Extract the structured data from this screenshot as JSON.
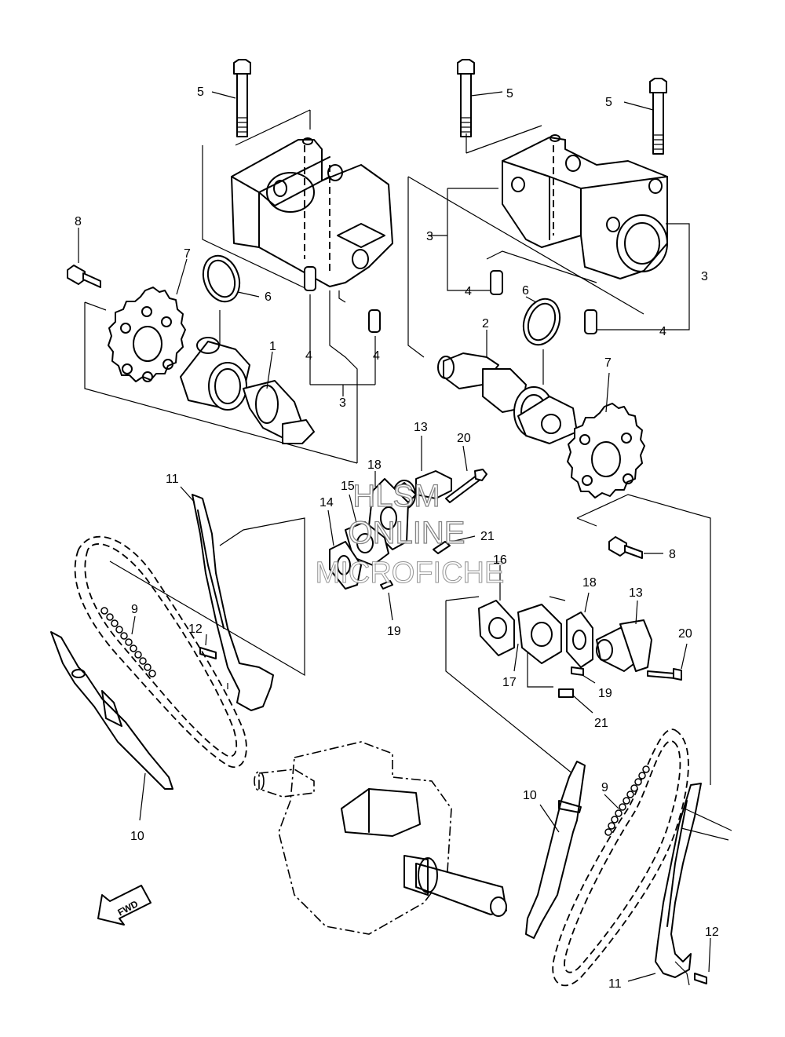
{
  "watermark": {
    "line1": "HLSM",
    "line2": "ONLINE",
    "line3": "MICROFICHE"
  },
  "fwd_label": "FWD",
  "callouts": [
    {
      "id": "c5a",
      "text": "5"
    },
    {
      "id": "c5b",
      "text": "5"
    },
    {
      "id": "c5c",
      "text": "5"
    },
    {
      "id": "c8a",
      "text": "8"
    },
    {
      "id": "c7a",
      "text": "7"
    },
    {
      "id": "c6a",
      "text": "6"
    },
    {
      "id": "c1",
      "text": "1"
    },
    {
      "id": "c4a",
      "text": "4"
    },
    {
      "id": "c4b",
      "text": "4"
    },
    {
      "id": "c3a",
      "text": "3"
    },
    {
      "id": "c3b",
      "text": "3"
    },
    {
      "id": "c3c",
      "text": "3"
    },
    {
      "id": "c4c",
      "text": "4"
    },
    {
      "id": "c4d",
      "text": "4"
    },
    {
      "id": "c6b",
      "text": "6"
    },
    {
      "id": "c2",
      "text": "2"
    },
    {
      "id": "c7b",
      "text": "7"
    },
    {
      "id": "c13a",
      "text": "13"
    },
    {
      "id": "c20a",
      "text": "20"
    },
    {
      "id": "c18a",
      "text": "18"
    },
    {
      "id": "c15",
      "text": "15"
    },
    {
      "id": "c14",
      "text": "14"
    },
    {
      "id": "c21a",
      "text": "21"
    },
    {
      "id": "c19a",
      "text": "19"
    },
    {
      "id": "c8b",
      "text": "8"
    },
    {
      "id": "c16",
      "text": "16"
    },
    {
      "id": "c18b",
      "text": "18"
    },
    {
      "id": "c13b",
      "text": "13"
    },
    {
      "id": "c20b",
      "text": "20"
    },
    {
      "id": "c17",
      "text": "17"
    },
    {
      "id": "c19b",
      "text": "19"
    },
    {
      "id": "c21b",
      "text": "21"
    },
    {
      "id": "c11a",
      "text": "11"
    },
    {
      "id": "c9a",
      "text": "9"
    },
    {
      "id": "c12a",
      "text": "12"
    },
    {
      "id": "c10a",
      "text": "10"
    },
    {
      "id": "c10b",
      "text": "10"
    },
    {
      "id": "c9b",
      "text": "9"
    },
    {
      "id": "c12b",
      "text": "12"
    },
    {
      "id": "c11b",
      "text": "11"
    }
  ]
}
